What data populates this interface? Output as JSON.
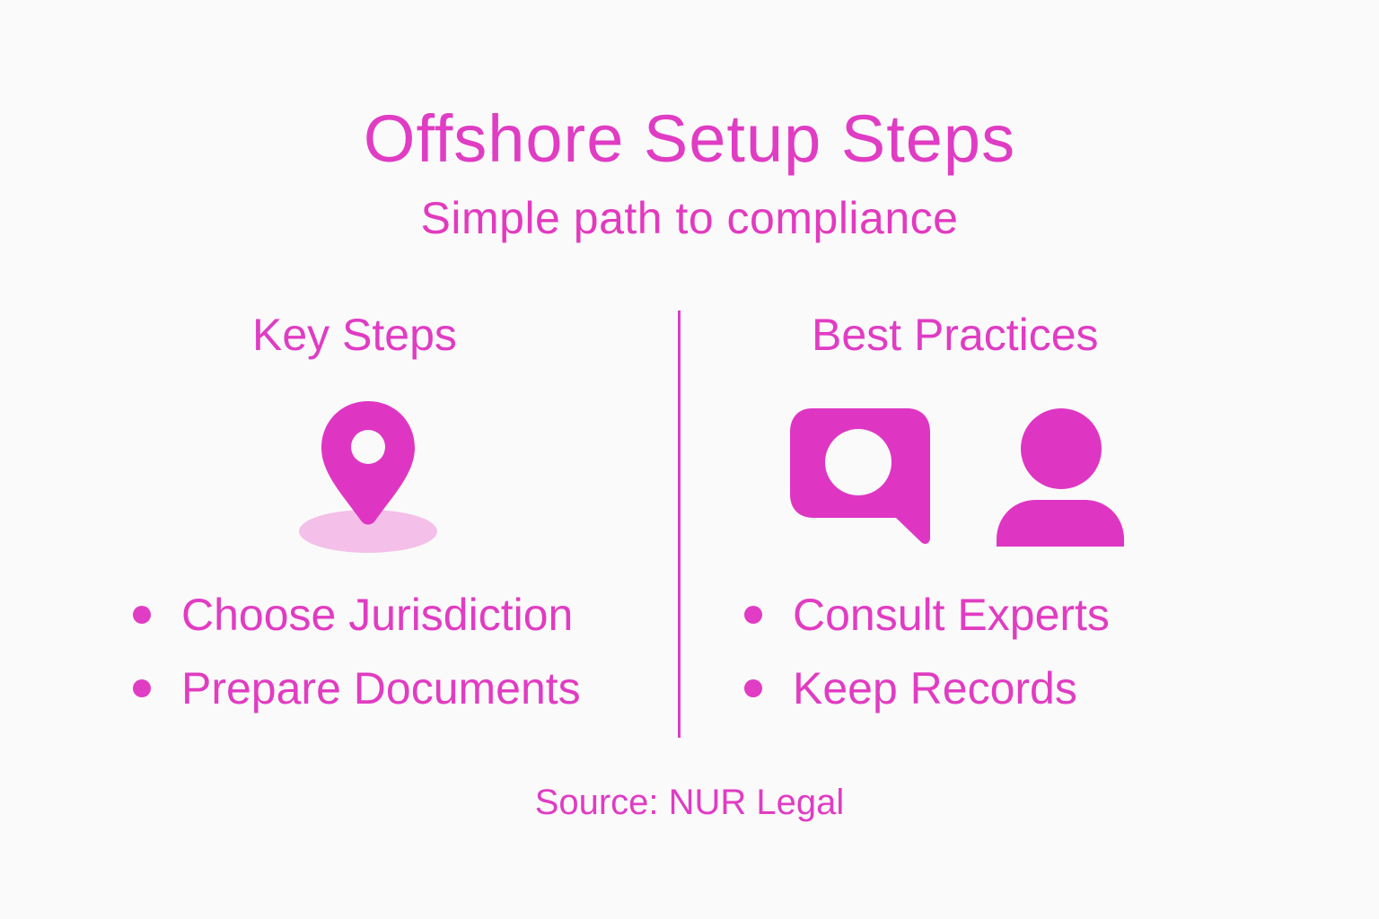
{
  "header": {
    "title": "Offshore Setup Steps",
    "subtitle": "Simple path to compliance"
  },
  "columns": {
    "left": {
      "heading": "Key Steps",
      "icon": "map-pin-icon",
      "items": [
        {
          "label": "Choose Jurisdiction"
        },
        {
          "label": "Prepare Documents"
        }
      ]
    },
    "right": {
      "heading": "Best Practices",
      "icons": [
        "chat-bubble-icon",
        "user-icon"
      ],
      "items": [
        {
          "label": "Consult Experts"
        },
        {
          "label": "Keep Records"
        }
      ]
    }
  },
  "footer": {
    "source": "Source: NUR Legal"
  },
  "colors": {
    "accent": "#e03cc4",
    "pin_shadow": "#f4bfe8",
    "background": "#fafafa"
  }
}
